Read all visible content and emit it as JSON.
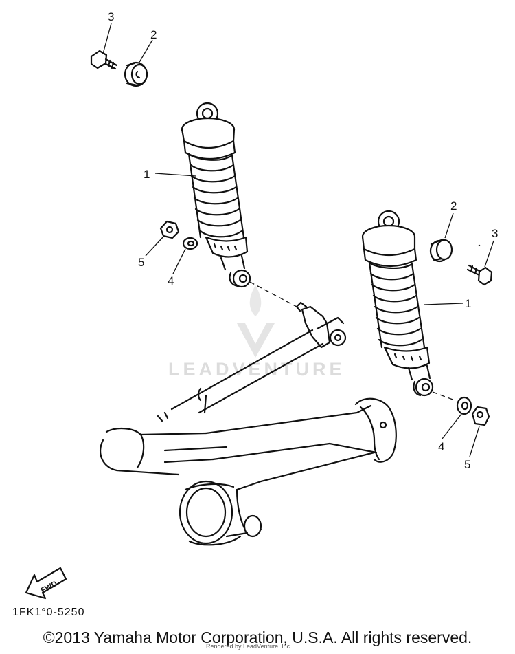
{
  "callouts": {
    "c3_top": "3",
    "c2_top": "2",
    "c1_left": "1",
    "c5_left": "5",
    "c4_left": "4",
    "c2_right": "2",
    "c3_right": "3",
    "c1_right": "1",
    "c4_right": "4",
    "c5_right": "5"
  },
  "fwd_label": "FWD",
  "watermark": "LEADVENTURE",
  "diagram_code": "1FK1°0-5250",
  "copyright": "©2013 Yamaha Motor Corporation, U.S.A. All rights reserved.",
  "rendered_by": "Rendered by LeadVenture, Inc."
}
